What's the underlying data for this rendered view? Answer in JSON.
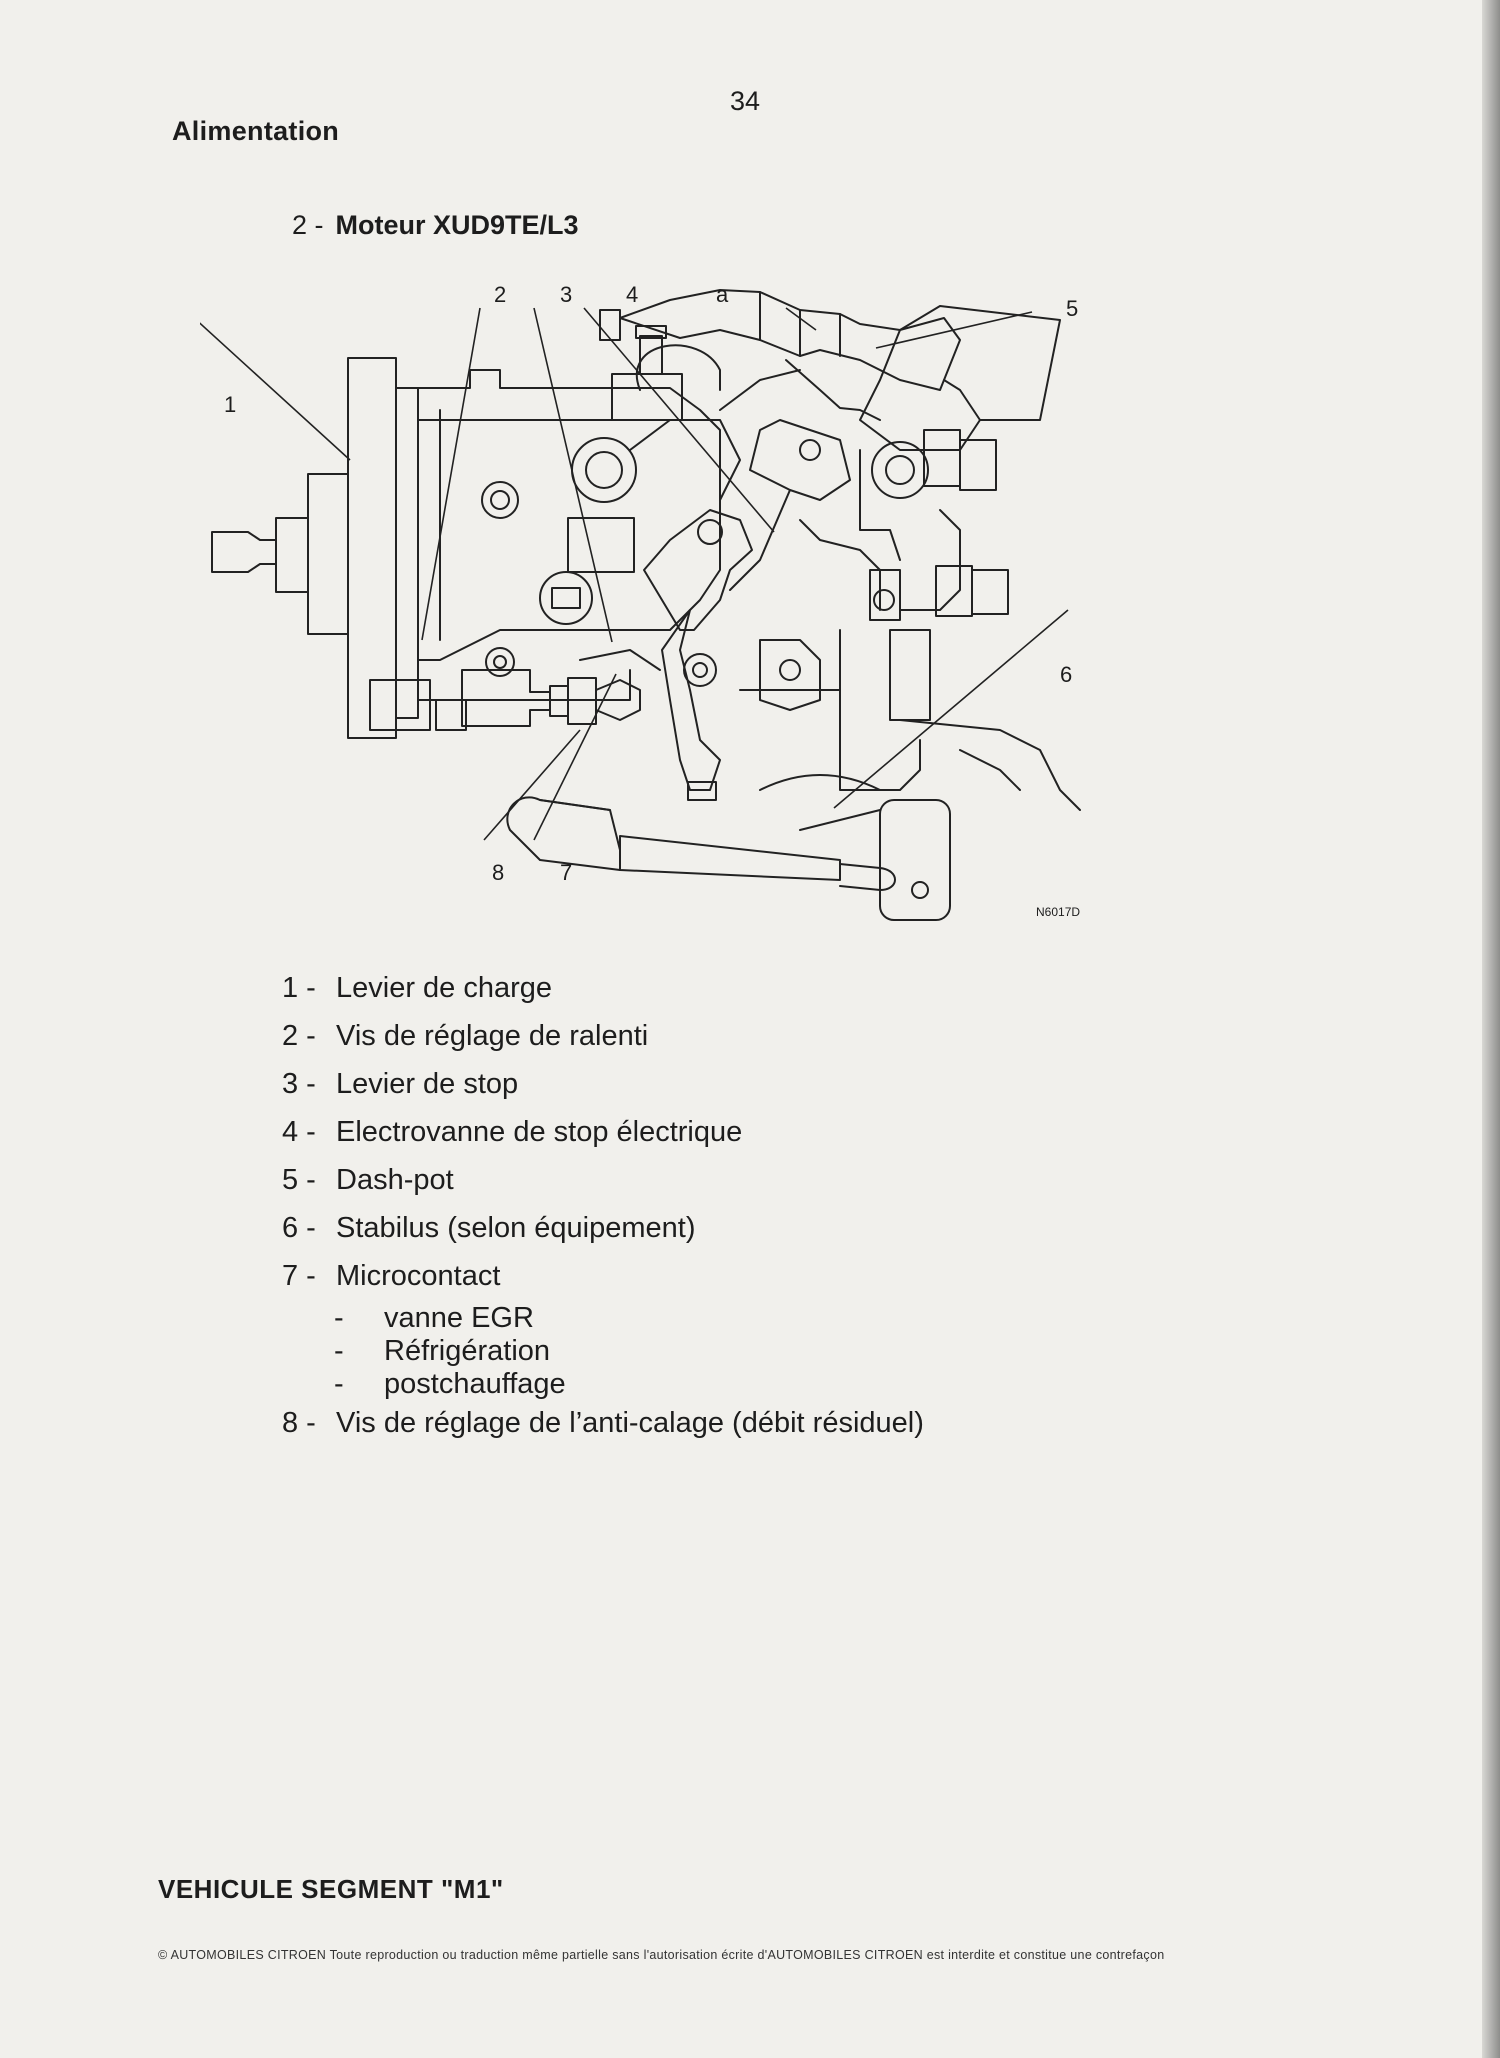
{
  "page": {
    "number": "34",
    "section": "Alimentation",
    "subsection_number": "2 -",
    "subsection_title": "Moteur XUD9TE/L3"
  },
  "diagram": {
    "labels": {
      "l1": "1",
      "l2": "2",
      "l3": "3",
      "l4": "4",
      "la": "a",
      "l5": "5",
      "l6": "6",
      "l7": "7",
      "l8": "8"
    },
    "reference": "N6017D"
  },
  "legend": [
    {
      "num": "1 -",
      "text": "Levier de charge"
    },
    {
      "num": "2 -",
      "text": "Vis de réglage de ralenti"
    },
    {
      "num": "3 -",
      "text": "Levier de stop"
    },
    {
      "num": "4 -",
      "text": "Electrovanne de stop électrique"
    },
    {
      "num": "5 -",
      "text": "Dash-pot"
    },
    {
      "num": "6 -",
      "text": "Stabilus (selon équipement)"
    },
    {
      "num": "7 -",
      "text": "Microcontact"
    }
  ],
  "legend_sub": [
    {
      "dash": "-",
      "text": "vanne EGR"
    },
    {
      "dash": "-",
      "text": "Réfrigération"
    },
    {
      "dash": "-",
      "text": "postchauffage"
    }
  ],
  "legend_last": {
    "num": "8 -",
    "text": "Vis de réglage de l’anti-calage (débit résiduel)"
  },
  "footer": {
    "title": "VEHICULE SEGMENT \"M1\"",
    "copyright": "© AUTOMOBILES CITROEN Toute reproduction ou traduction même partielle sans l'autorisation écrite d'AUTOMOBILES CITROEN est interdite et constitue une contrefaçon"
  }
}
